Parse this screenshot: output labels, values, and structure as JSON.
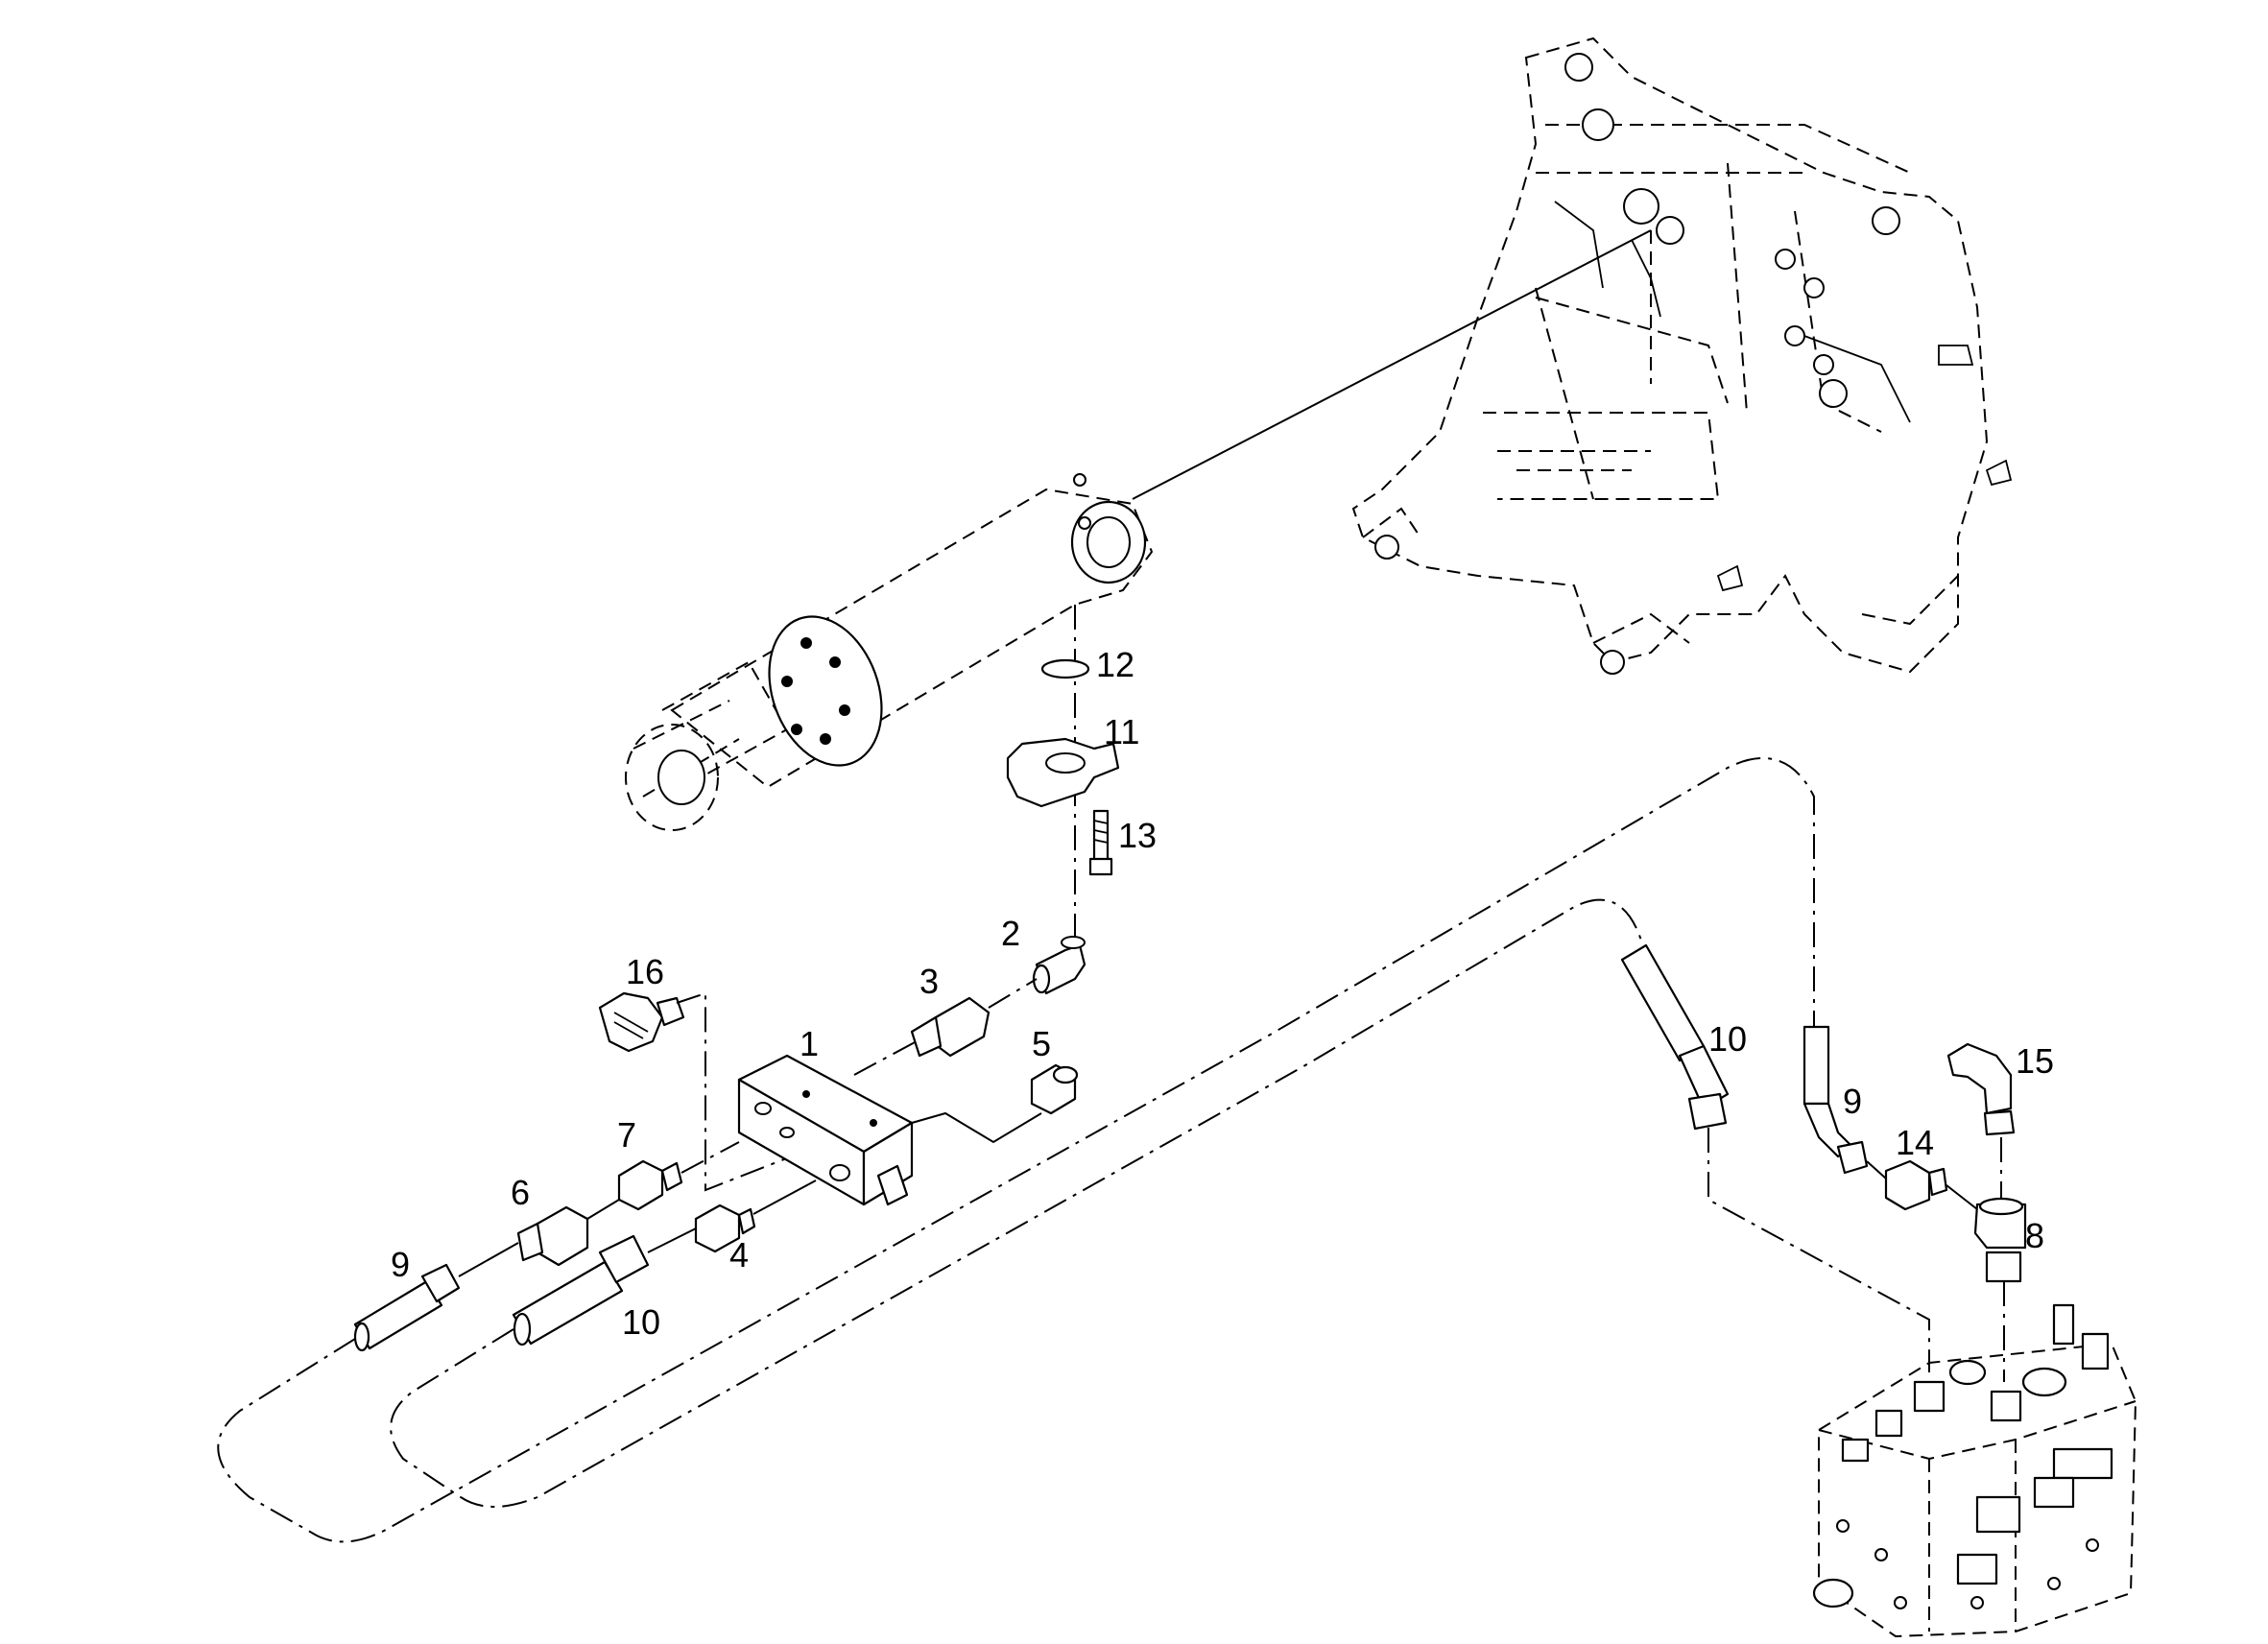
{
  "labels": {
    "l1": "1",
    "l2": "2",
    "l3": "3",
    "l4": "4",
    "l5": "5",
    "l6": "6",
    "l7": "7",
    "l8": "8",
    "l9a": "9",
    "l9b": "9",
    "l10a": "10",
    "l10b": "10",
    "l11": "11",
    "l12": "12",
    "l13": "13",
    "l14": "14",
    "l15": "15",
    "l16": "16"
  }
}
